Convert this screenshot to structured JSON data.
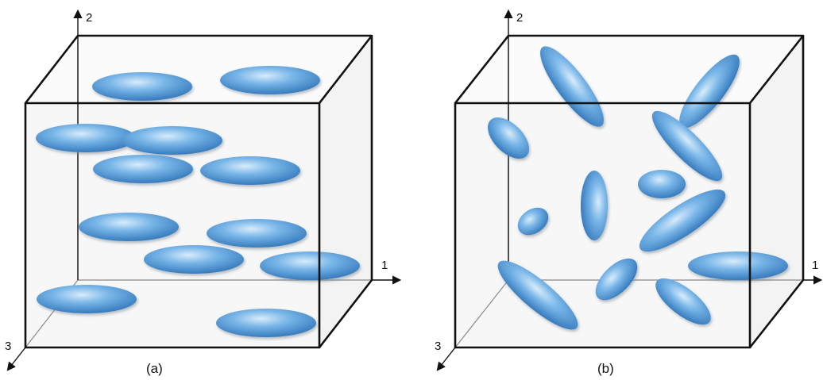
{
  "panels": [
    {
      "caption": "(a)",
      "axes": {
        "x": "1",
        "y": "2",
        "z": "3"
      },
      "description_key": "aligned"
    },
    {
      "caption": "(b)",
      "axes": {
        "x": "1",
        "y": "2",
        "z": "3"
      },
      "description_key": "random"
    }
  ],
  "colors": {
    "box_edge": "#111111",
    "hidden_edge": "#888888",
    "axis": "#111111",
    "ellipsoid_light": "#cfe6fa",
    "ellipsoid_mid": "#6fb0e6",
    "ellipsoid_dark": "#2f78bf",
    "box_fill": "#f6f6f6"
  },
  "icons": [
    "axis-arrow-icon"
  ]
}
